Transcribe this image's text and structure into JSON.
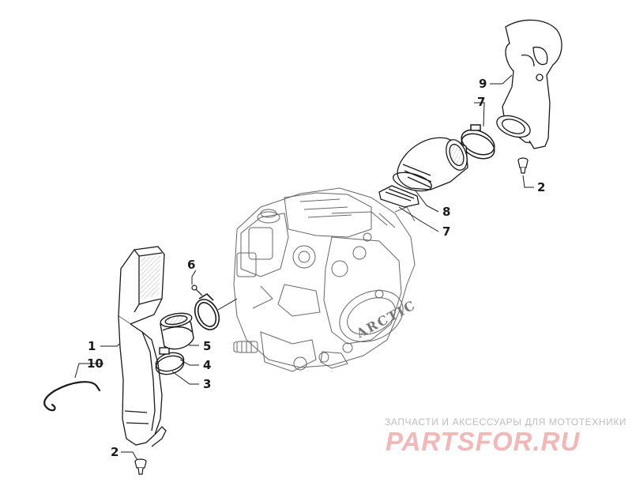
{
  "callouts": {
    "c1": "1",
    "c10": "10",
    "c2a": "2",
    "c6": "6",
    "c5": "5",
    "c4": "4",
    "c3": "3",
    "c9": "9",
    "c7a": "7",
    "c2b": "2",
    "c8": "8",
    "c7b": "7"
  },
  "engine_cover_lettering": "ARCTIC",
  "watermark": {
    "line1": "ЗАПЧАСТИ И АКСЕССУАРЫ ДЛЯ МОТОТЕХНИКИ",
    "line2": "PARTSFOR.RU"
  },
  "colors": {
    "line": "#1a1a1a",
    "engine_line": "#555555",
    "watermark_gray": "#bdbdbd",
    "watermark_red": "#f2b8b8"
  }
}
